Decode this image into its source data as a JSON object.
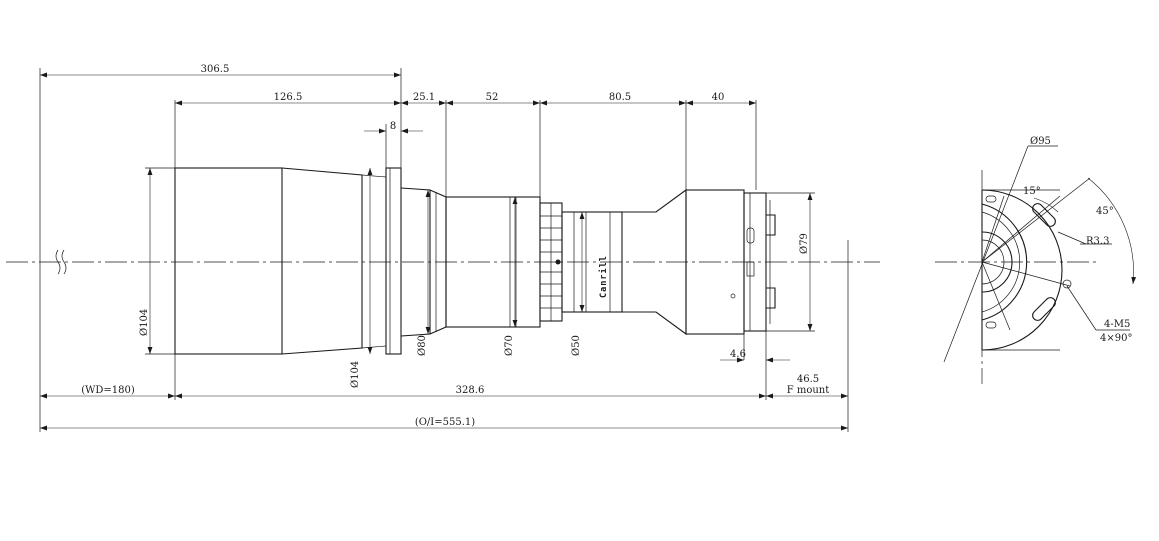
{
  "drawing": {
    "brand_text": "Canrill",
    "horizontal_dimensions": {
      "overall_to_flange": "306.5",
      "front_barrel_length": "126.5",
      "flange_thickness": "8",
      "flange_to_body": "25.1",
      "body_length": "52",
      "mid_section_length": "80.5",
      "rear_housing_length": "40",
      "flange_back": "4.6",
      "mount_distance": "46.5",
      "mount_name": "F mount",
      "working_distance": "(WD=180)",
      "lens_length": "328.6",
      "object_to_image": "(O/I=555.1)"
    },
    "diameters": {
      "front_barrel": "Ø104",
      "flange": "Ø104",
      "neck": "Ø80",
      "body": "Ø70",
      "rear_tube": "Ø50",
      "rear_housing": "Ø79"
    },
    "end_view": {
      "outer_diameter": "Ø95",
      "slot_angle": "15°",
      "pattern_angle": "45°",
      "slot_radius": "R3.3",
      "thread_spec": "4-M5",
      "thread_pattern": "4×90°"
    }
  }
}
